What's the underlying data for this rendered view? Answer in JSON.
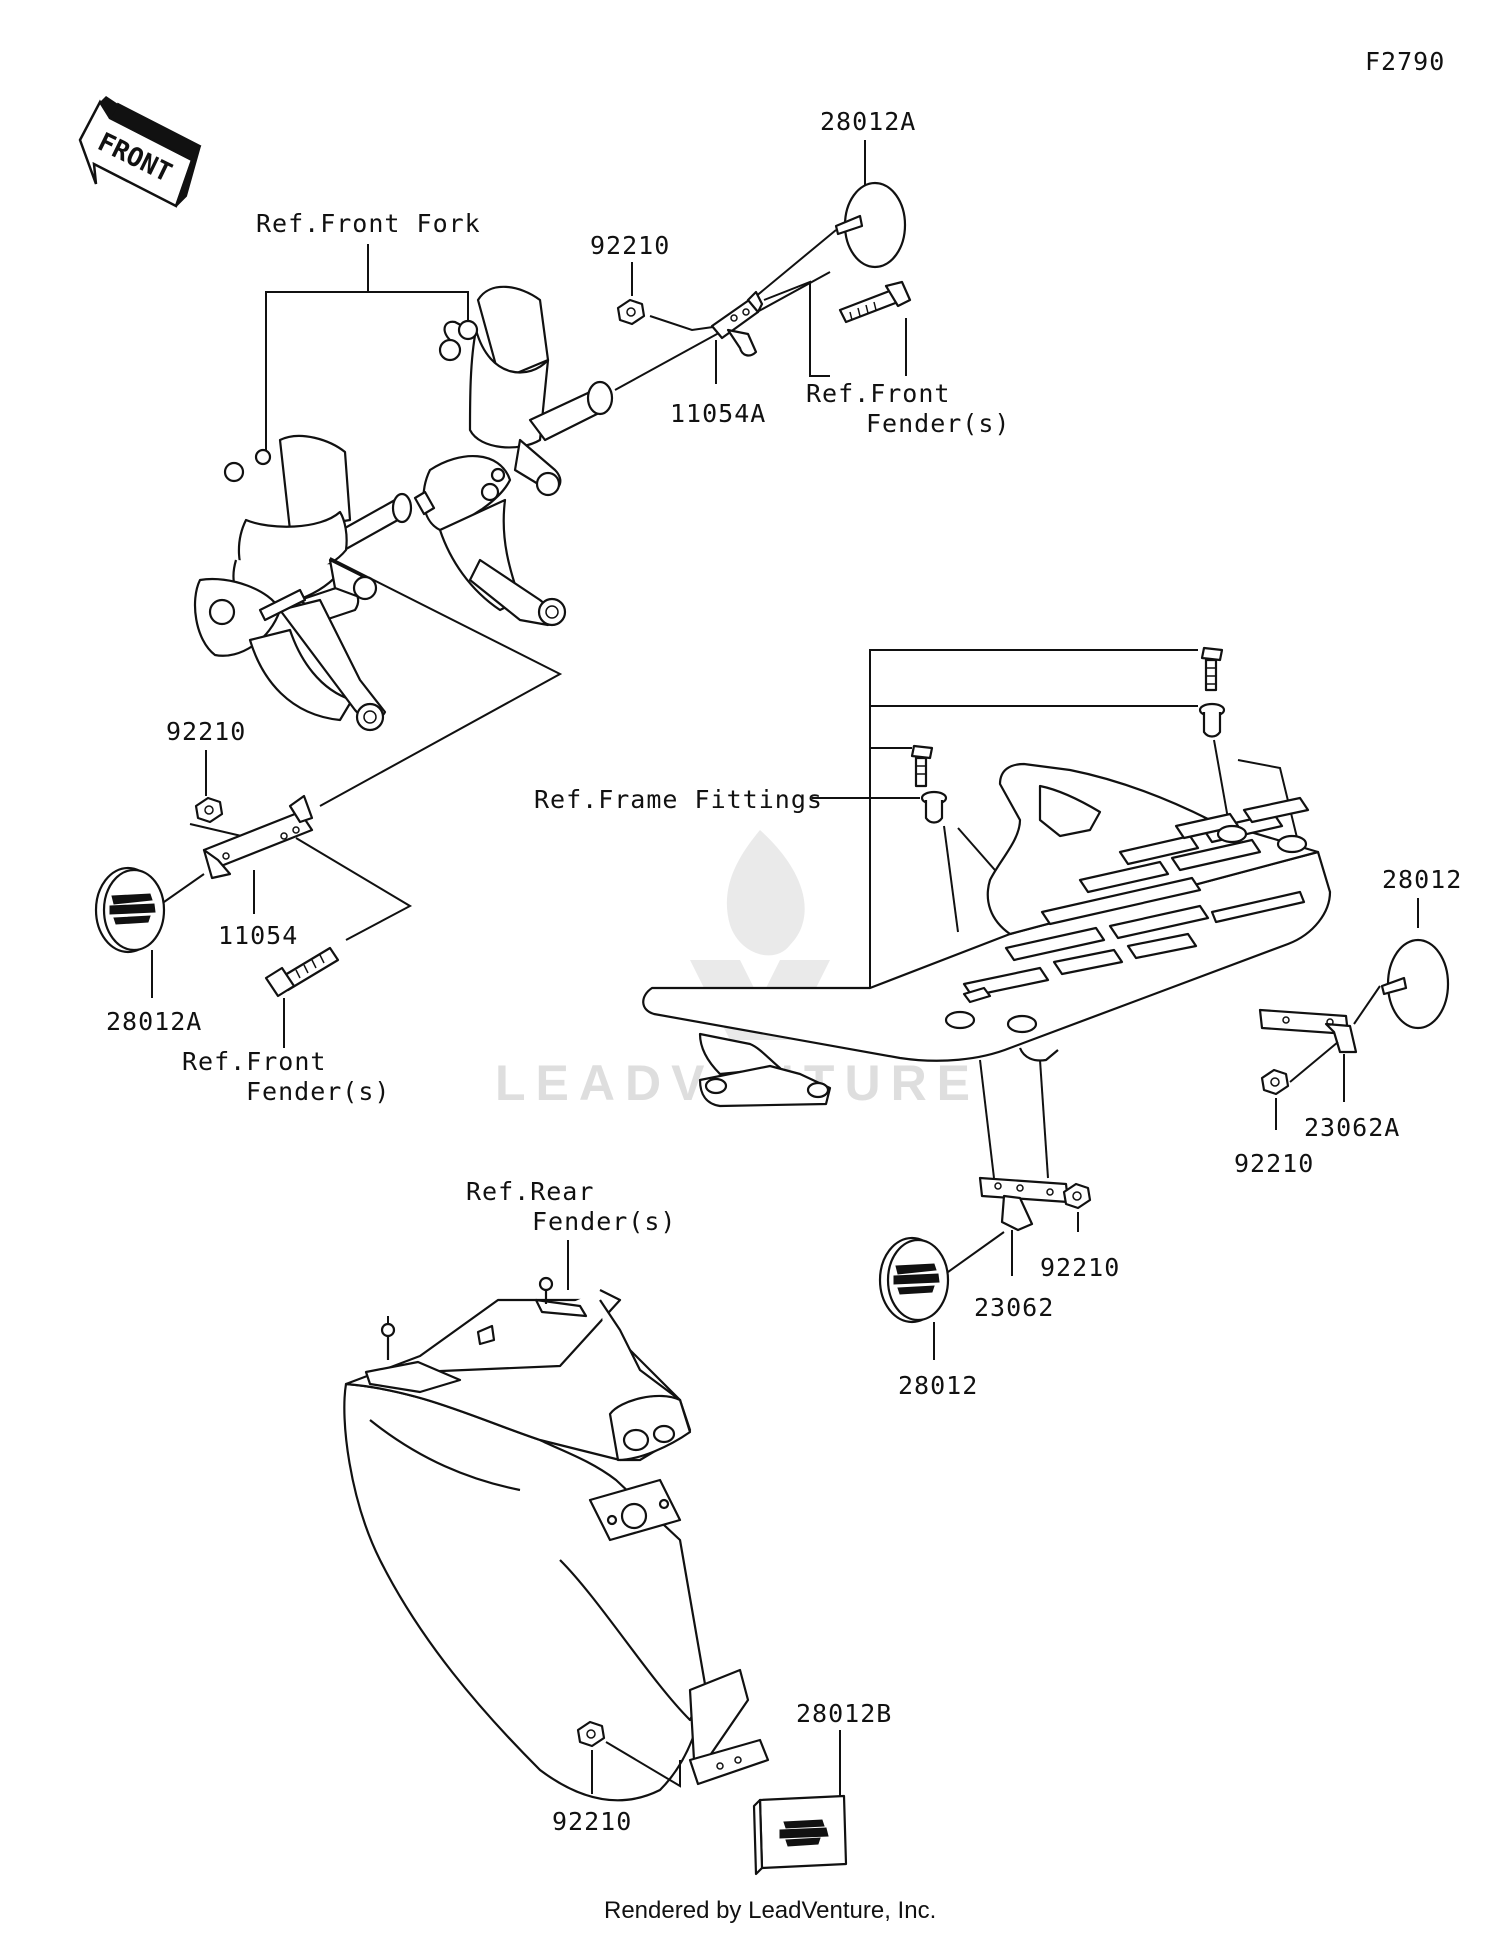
{
  "figure_code": "F2790",
  "front_arrow_text": "FRONT",
  "watermark": "LEADVENTURE",
  "footer": "Rendered by LeadVenture, Inc.",
  "labels": {
    "front_fork_ref": "Ref.Front Fork",
    "front_fender_ref": [
      "Ref.Front",
      "Fender(s)"
    ],
    "frame_fittings_ref": "Ref.Frame Fittings",
    "rear_fender_ref": [
      "Ref.Rear",
      "Fender(s)"
    ]
  },
  "part_numbers": {
    "p28012A": "28012A",
    "p92210": "92210",
    "p11054A": "11054A",
    "p11054": "11054",
    "p28012": "28012",
    "p23062A": "23062A",
    "p23062": "23062",
    "p28012B": "28012B"
  }
}
